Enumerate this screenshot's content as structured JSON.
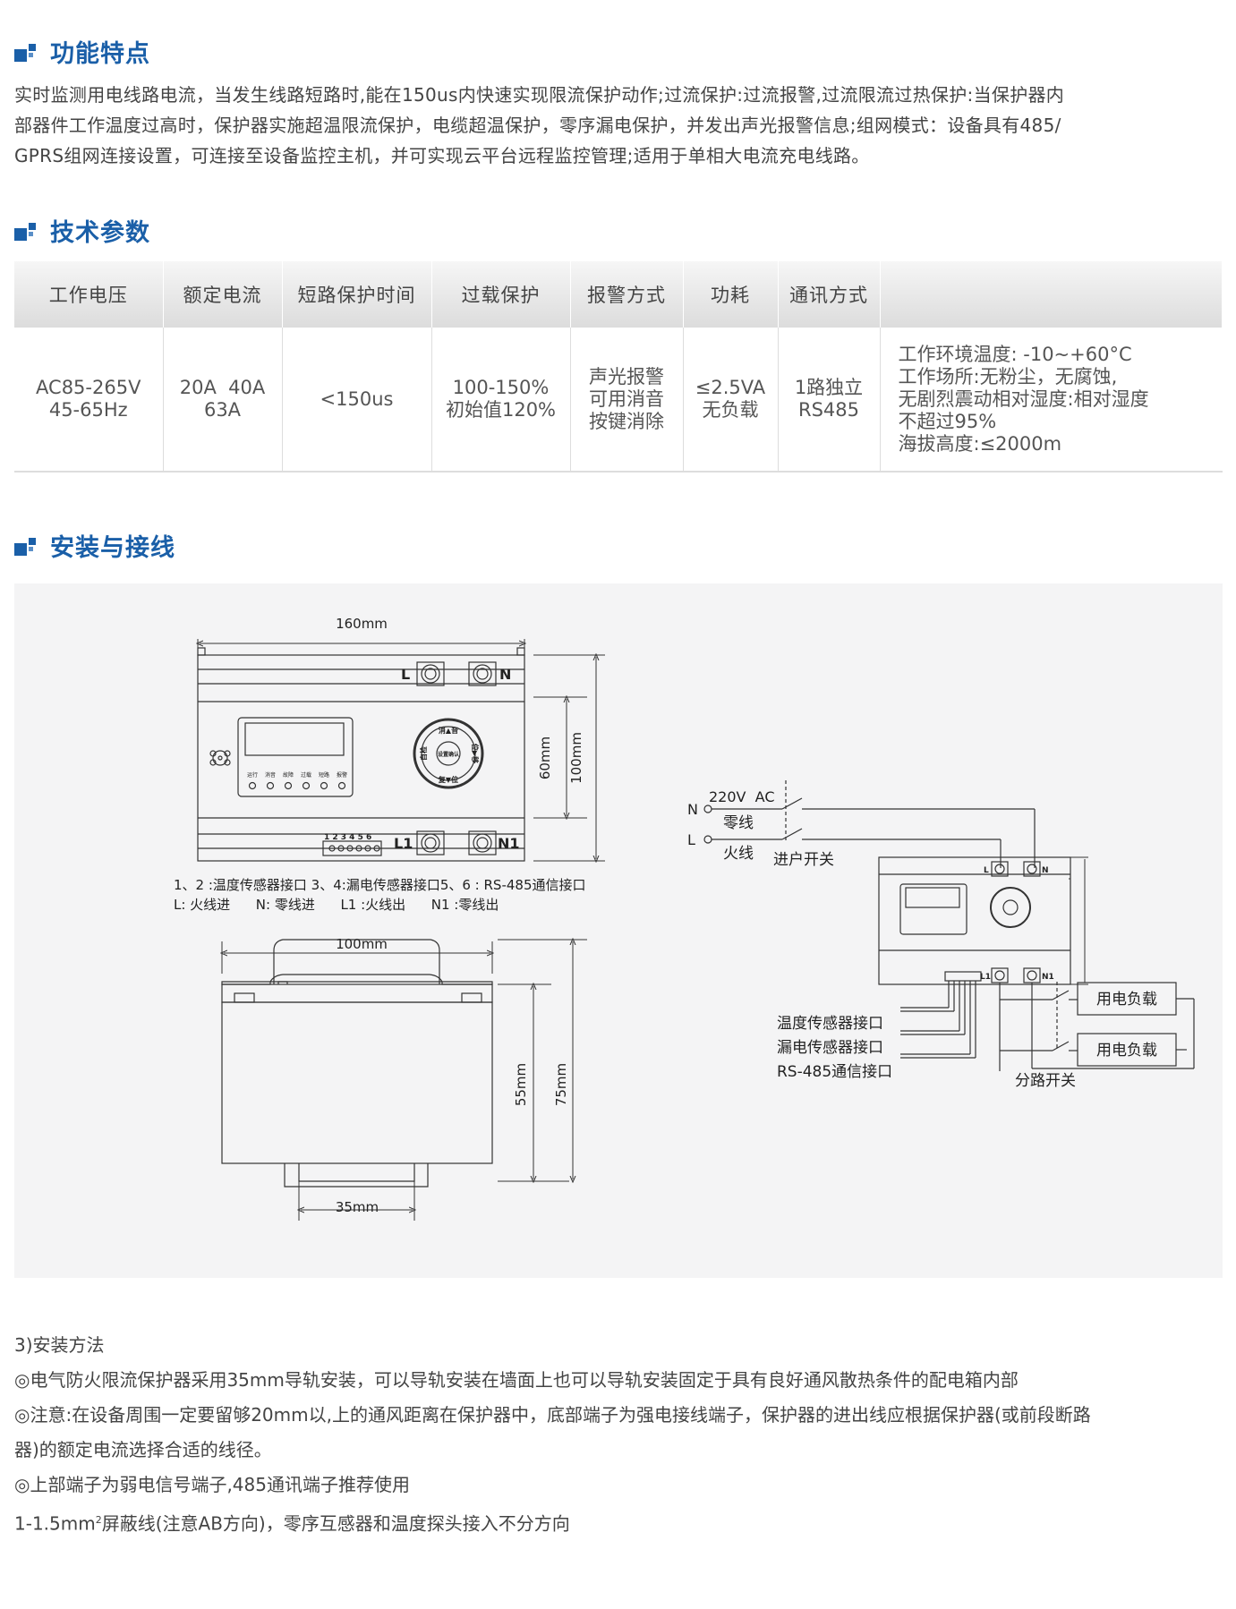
{
  "sections": {
    "features_title": "功能特点",
    "specs_title": "技术参数",
    "install_title": "安装与接线"
  },
  "features": {
    "line1": "实时监测用电线路电流，当发生线路短路时,能在150us内快速实现限流保护动作;过流保护:过流报警,过流限流过热保护:当保护器内",
    "line2": "部器件工作温度过高时，保护器实施超温限流保护，电缆超温保护，零序漏电保护，并发出声光报警信息;组网模式：设备具有485/",
    "line3": "GPRS组网连接设置，可连接至设备监控主机，并可实现云平台远程监控管理;适用于单相大电流充电线路。"
  },
  "spec_table": {
    "headers": [
      "工作电压",
      "额定电流",
      "短路保护时间",
      "过载保护",
      "报警方式",
      "功耗",
      "通讯方式",
      ""
    ],
    "cells": [
      [
        "AC85-265V",
        "45-65Hz"
      ],
      [
        "20A  40A",
        "63A"
      ],
      [
        "<150us"
      ],
      [
        "100-150%",
        "初始值120%"
      ],
      [
        "声光报警",
        "可用消音",
        "按键消除"
      ],
      [
        "≤2.5VA",
        "无负载"
      ],
      [
        "1路独立",
        "RS485"
      ],
      [
        "工作环境温度: -10~+60°C",
        "工作场所:无粉尘，无腐蚀,",
        "无剧烈震动相对湿度:相对湿度",
        "不超过95%",
        "海拔高度:≤2000m"
      ]
    ]
  },
  "diagram": {
    "dim_160": "160mm",
    "dim_60": "60mm",
    "dim_100_v": "100mm",
    "dim_100_h": "100mm",
    "dim_55": "55mm",
    "dim_75": "75mm",
    "dim_35": "35mm",
    "term_L": "L",
    "term_N": "N",
    "term_L1": "L1",
    "term_N1": "N1",
    "port_numbers": "1 2 3 4 5 6",
    "btn_up": "消▲音",
    "btn_right": "位▶移",
    "btn_down": "复▼位",
    "btn_left": "自检",
    "btn_center": "设置确认",
    "led_labels": [
      "运行",
      "消音",
      "故障",
      "过载",
      "短路",
      "报警"
    ],
    "note1": "1、2 :温度传感器接口 3、4:漏电传感器接口5、6 : RS-485通信接口",
    "note2": "L: 火线进      N: 零线进      L1 :火线出      N1 :零线出",
    "wiring_220": "220V  AC",
    "wiring_N": "N",
    "wiring_L": "L",
    "wiring_zero": "零线",
    "wiring_fire": "火线",
    "wiring_switch": "进户开关",
    "temp_port": "温度传感器接口",
    "leak_port": "漏电传感器接口",
    "rs485_port": "RS-485通信接口",
    "load1": "用电负载",
    "load2": "用电负载",
    "branch_switch": "分路开关"
  },
  "install": {
    "title": "3)安装方法",
    "line1": "◎电气防火限流保护器采用35mm导轨安装，可以导轨安装在墙面上也可以导轨安装固定于具有良好通风散热条件的配电箱内部",
    "line2": "◎注意:在设备周围一定要留够20mm以,上的通风距离在保护器中，底部端子为强电接线端子，保护器的进出线应根据保护器(或前段断路",
    "line3": "器)的额定电流选择合适的线径。",
    "line4": "◎上部端子为弱电信号端子,485通讯端子推荐使用",
    "line5_a": "1-1.5mm",
    "line5_sup": "2",
    "line5_b": "屏蔽线(注意AB方向)，零序互感器和温度探头接入不分方向"
  },
  "colors": {
    "accent": "#1a5fa8",
    "diagram_bg": "#f4f4f5"
  }
}
